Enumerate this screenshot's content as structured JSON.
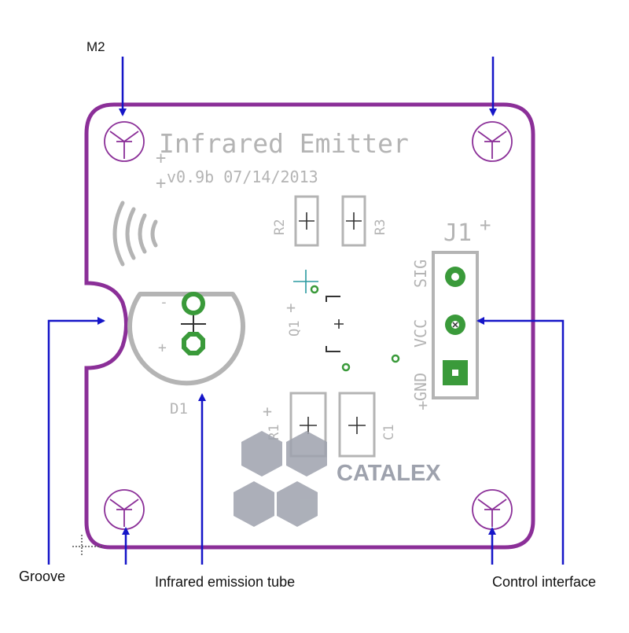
{
  "colors": {
    "board_outline": "#8b2f98",
    "silkscreen": "#b4b4b4",
    "pad_green": "#3a9a3a",
    "pointer_blue": "#1515c8",
    "label_text": "#111111",
    "teal_marker": "#2a9aa0",
    "logo_grey": "#9ea2ad"
  },
  "board": {
    "title": "Infrared Emitter",
    "version": "v0.9b 07/14/2013",
    "logo_text": "CATALEX",
    "icons": [
      "wireless-signal-icon",
      "mounting-hole-icon",
      "catalex-hexagon-logo"
    ]
  },
  "components": {
    "r2": "R2",
    "r3": "R3",
    "r1": "R1",
    "c1": "C1",
    "q1": "Q1",
    "d1": "D1",
    "j1": "J1",
    "d1_minus": "-",
    "d1_plus": "+",
    "plus_mark": "+"
  },
  "pins": {
    "sig": "SIG",
    "vcc": "VCC",
    "gnd": "GND"
  },
  "labels": {
    "m2": "M2",
    "groove": "Groove",
    "tube": "Infrared emission tube",
    "control": "Control interface"
  }
}
